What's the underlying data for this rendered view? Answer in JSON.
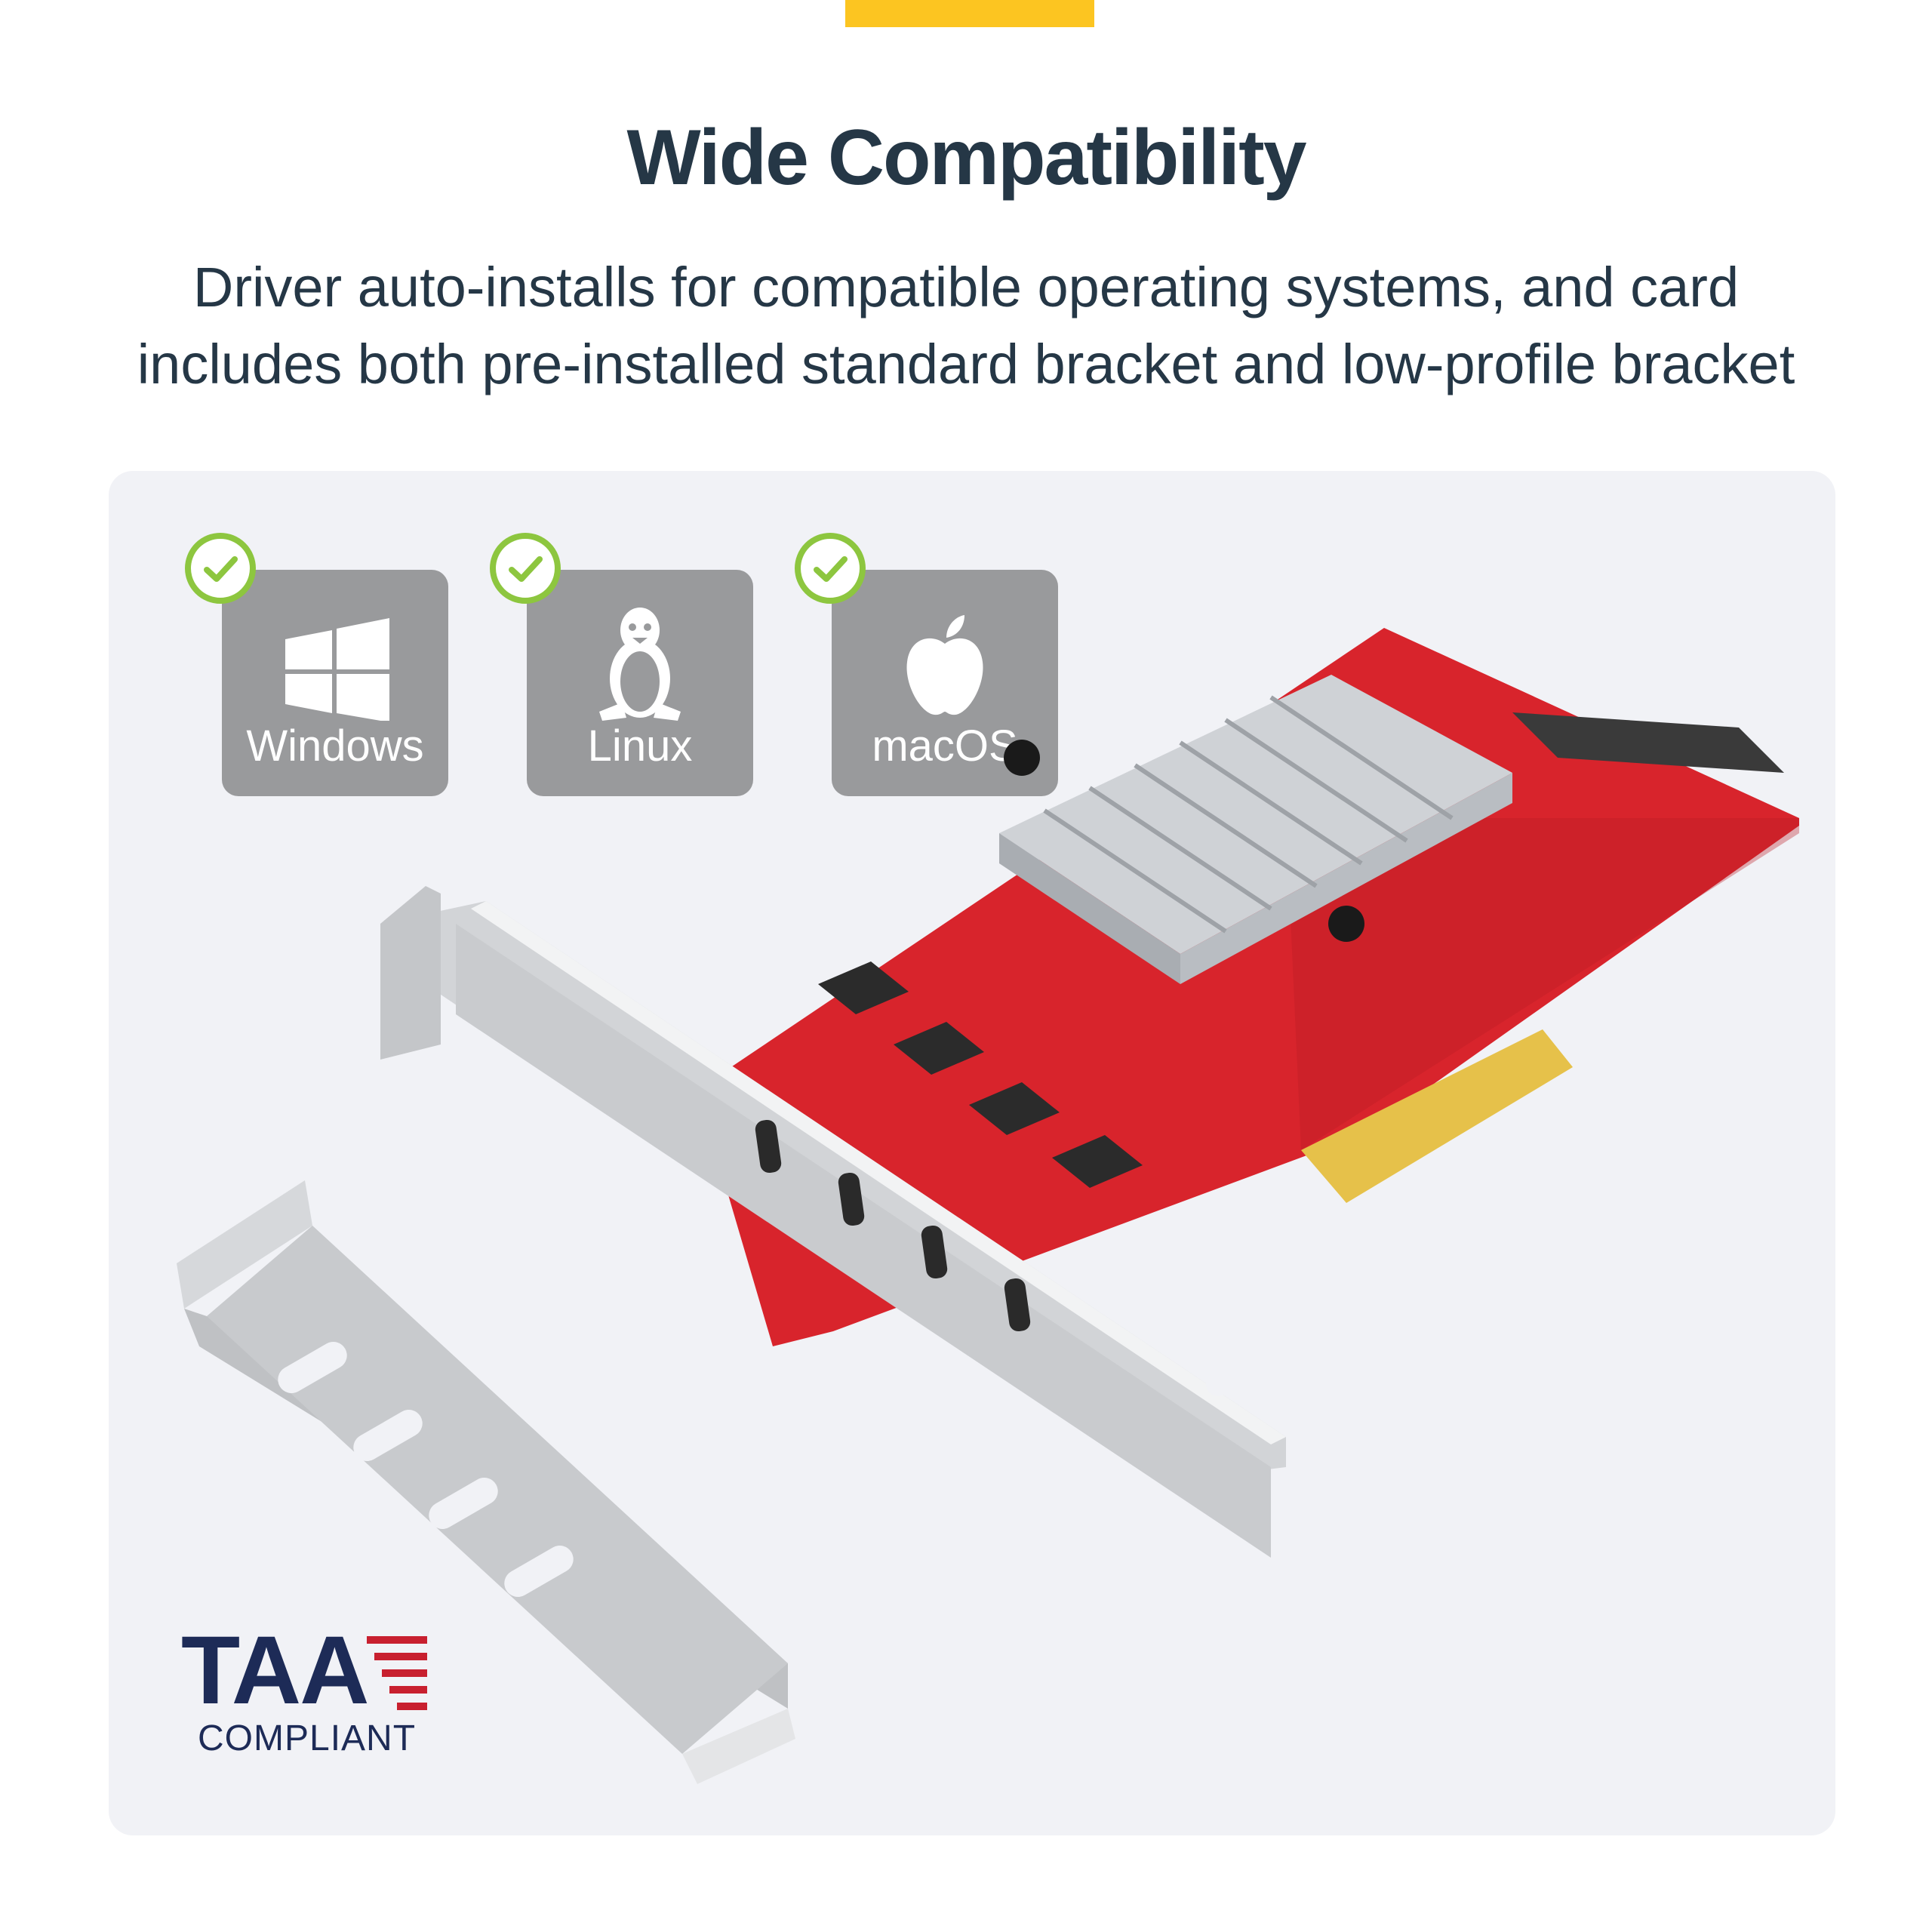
{
  "header": {
    "title": "Wide Compatibility",
    "subtitle": "Driver auto-installs for compatible operating systems, and card includes both pre-installed standard bracket and low-profile bracket"
  },
  "os_cards": [
    {
      "label": "Windows",
      "icon": "windows-logo-icon",
      "checked": true
    },
    {
      "label": "Linux",
      "icon": "tux-penguin-icon",
      "checked": true
    },
    {
      "label": "macOS",
      "icon": "apple-logo-icon",
      "checked": true
    }
  ],
  "badge": {
    "letters": "TAA",
    "subtext": "COMPLIANT"
  },
  "colors": {
    "accent": "#fcc521",
    "heading": "#253746",
    "panel": "#f1f2f6",
    "os_card": "#999a9c",
    "check": "#8dc63f",
    "pcb": "#d8242c",
    "taa_navy": "#1d2b57",
    "taa_red": "#c8202f"
  }
}
